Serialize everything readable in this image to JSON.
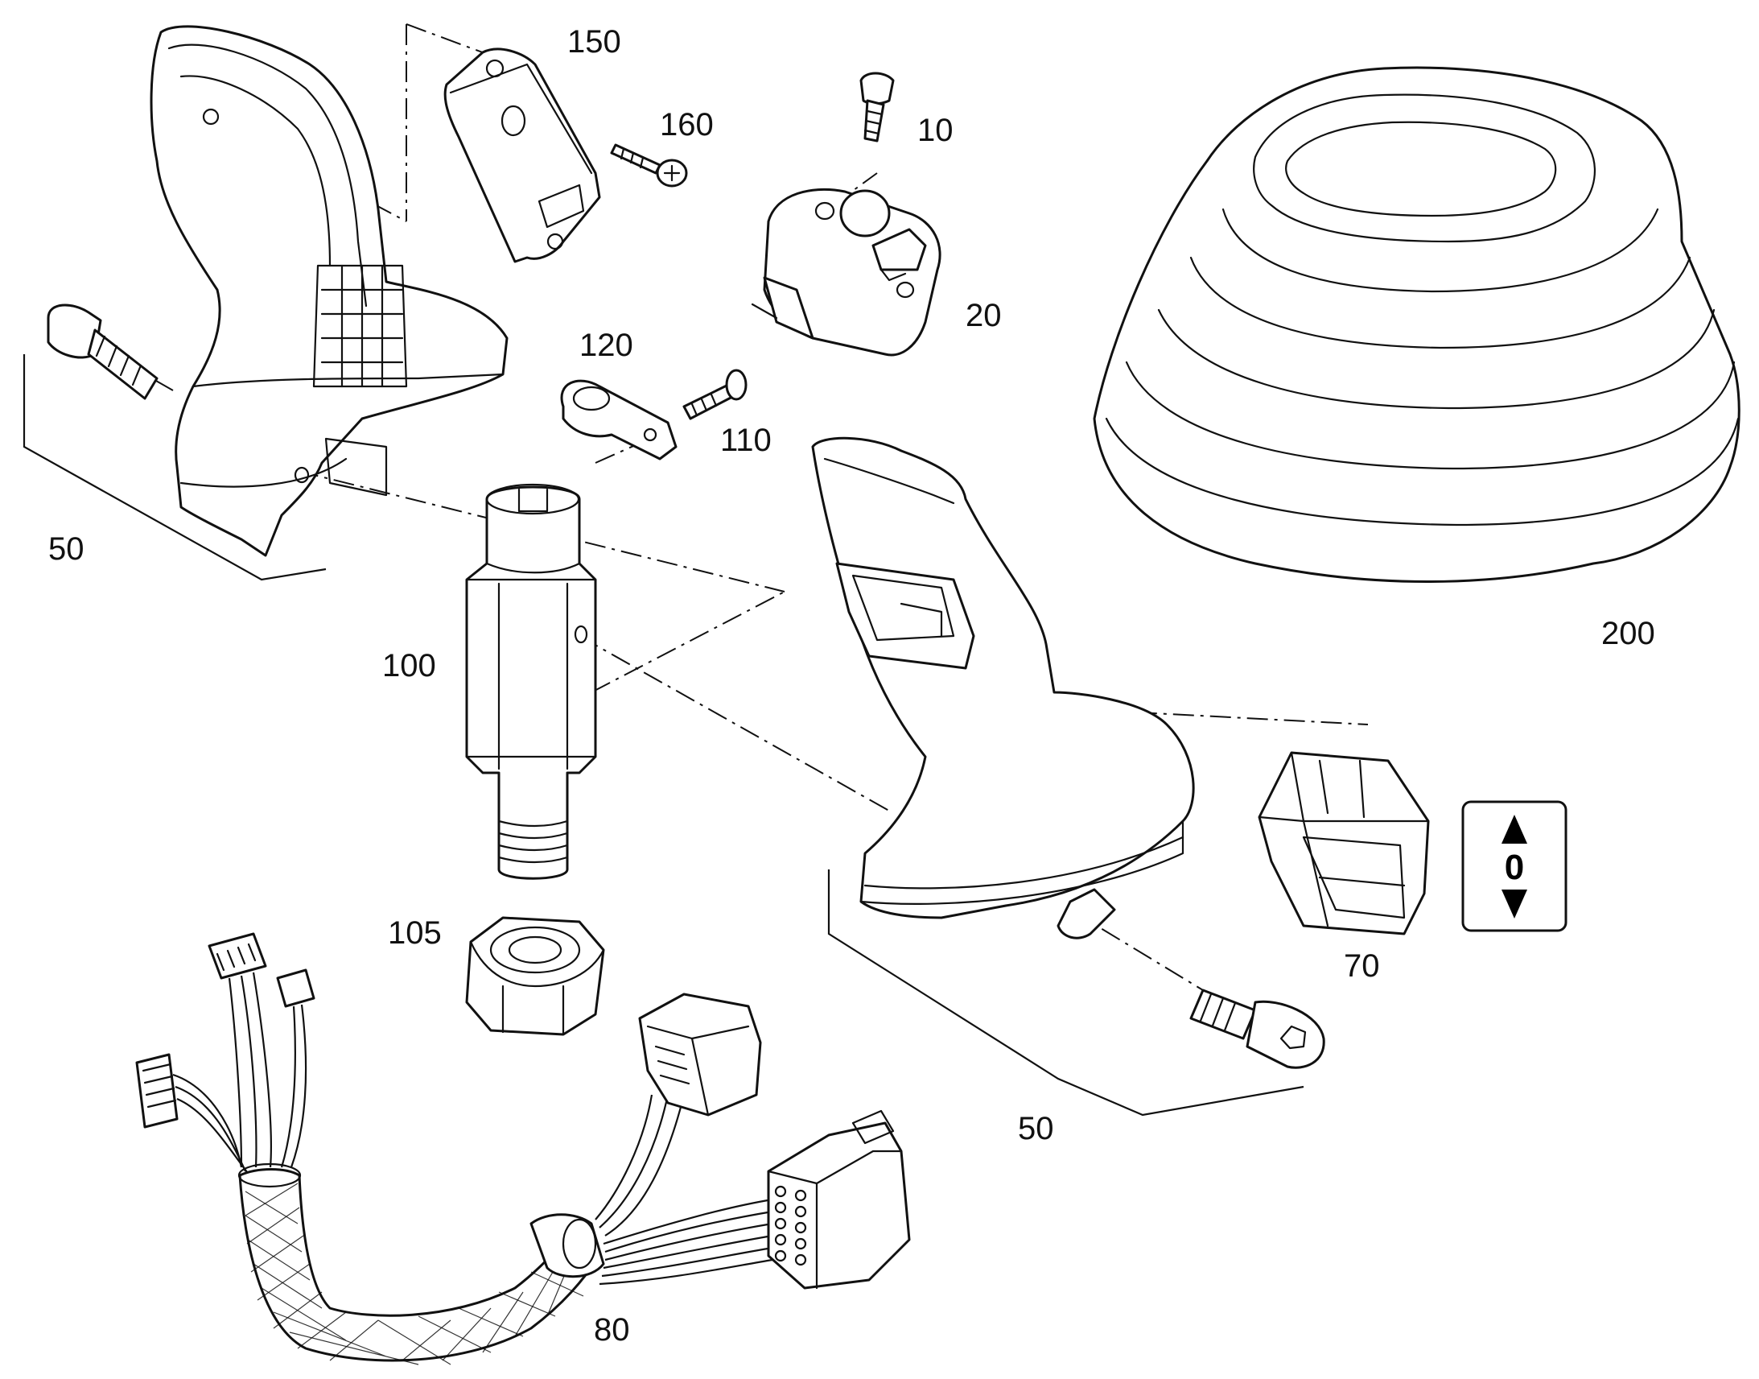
{
  "callouts": {
    "c150": "150",
    "c160": "160",
    "c10": "10",
    "c120": "120",
    "c110": "110",
    "c20": "20",
    "c50_left": "50",
    "c100": "100",
    "c200": "200",
    "c105": "105",
    "c70": "70",
    "c50_right": "50",
    "c80": "80"
  },
  "switch_symbol": {
    "label": "0",
    "icon": "up-down-arrow-icon"
  },
  "colors": {
    "line": "#111111",
    "background": "#ffffff"
  }
}
